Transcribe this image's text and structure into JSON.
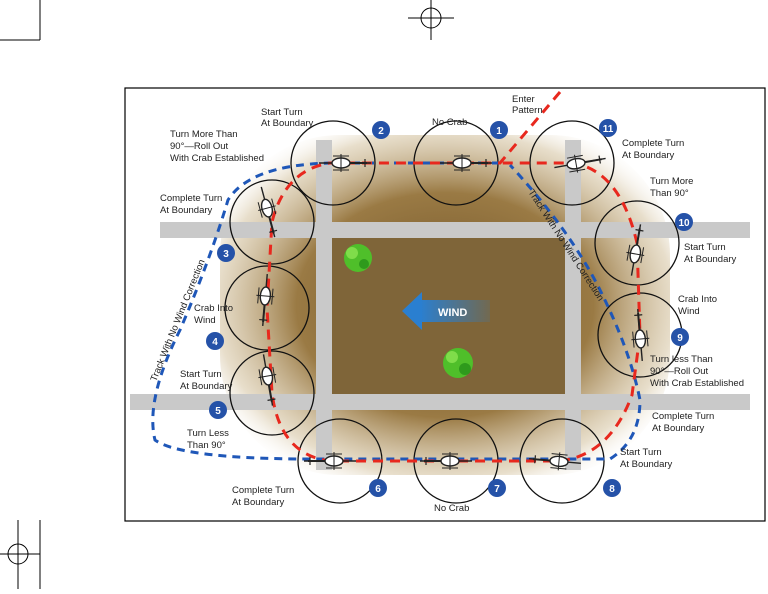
{
  "labels": {
    "enter_pattern_1": "Enter",
    "enter_pattern_2": "Pattern",
    "no_crab_top": "No Crab",
    "start_turn_top_1": "Start Turn",
    "start_turn_top_2": "At Boundary",
    "turn_more_left_1": "Turn More Than",
    "turn_more_left_2": "90°—Roll Out",
    "turn_more_left_3": "With Crab Established",
    "complete_turn_left_1": "Complete Turn",
    "complete_turn_left_2": "At Boundary",
    "crab_into_wind_left_1": "Crab Into",
    "crab_into_wind_left_2": "Wind",
    "start_turn_left_1": "Start Turn",
    "start_turn_left_2": "At Boundary",
    "turn_less_left_1": "Turn Less",
    "turn_less_left_2": "Than 90°",
    "complete_turn_bottom_1": "Complete Turn",
    "complete_turn_bottom_2": "At Boundary",
    "no_crab_bottom": "No Crab",
    "start_turn_br_1": "Start Turn",
    "start_turn_br_2": "At Boundary",
    "complete_turn_right_1": "Complete Turn",
    "complete_turn_right_2": "At Boundary",
    "turn_less_right_1": "Turn less Than",
    "turn_less_right_2": "90°—Roll Out",
    "turn_less_right_3": "With Crab Established",
    "crab_into_wind_right_1": "Crab Into",
    "crab_into_wind_right_2": "Wind",
    "start_turn_right_1": "Start Turn",
    "start_turn_right_2": "At Boundary",
    "turn_more_right_1": "Turn More",
    "turn_more_right_2": "Than 90°",
    "complete_turn_tr_1": "Complete Turn",
    "complete_turn_tr_2": "At Boundary",
    "track_left": "Track With No Wind Correction",
    "track_right": "Track With No Wind Correction",
    "wind": "WIND"
  },
  "markers": [
    "1",
    "2",
    "3",
    "4",
    "5",
    "6",
    "7",
    "8",
    "9",
    "10",
    "11"
  ],
  "colors": {
    "flight_path": "#e8281e",
    "no_wind_track": "#1f57b8",
    "marker": "#2552a8",
    "field": "#7a6238",
    "road": "#c9c9c9",
    "wind_arrow": "#2a7fd0"
  }
}
